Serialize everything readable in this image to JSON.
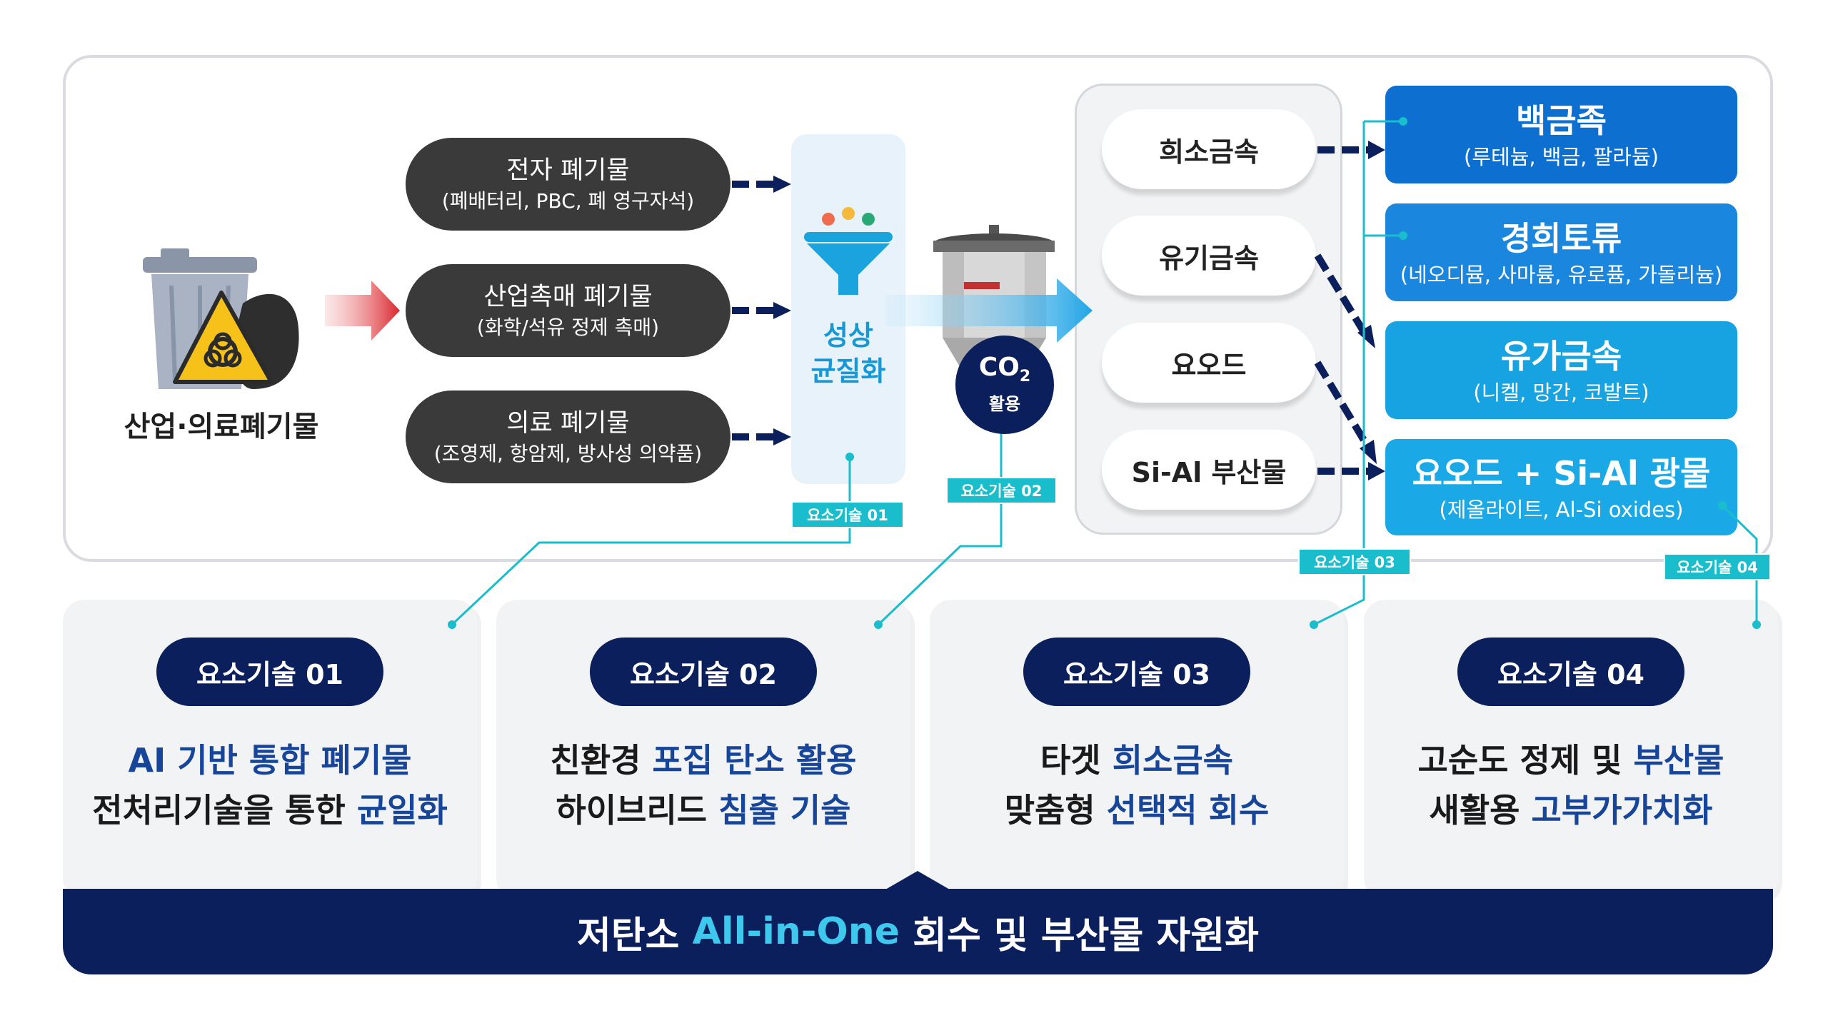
{
  "source": {
    "label": "산업·의료폐기물",
    "icon": "biohazard-trash-bin-icon"
  },
  "waste_types": [
    {
      "title": "전자 폐기물",
      "detail": "(폐배터리, PBC, 폐 영구자석)"
    },
    {
      "title": "산업촉매 폐기물",
      "detail": "(화학/석유 정제 촉매)"
    },
    {
      "title": "의료 폐기물",
      "detail": "(조영제, 항암제, 방사성 의약품)"
    }
  ],
  "homogenize": {
    "line1": "성상",
    "line2": "균질화",
    "icon": "funnel-icon"
  },
  "reactor": {
    "icon": "reactor-vessel-icon",
    "co2_main": "CO",
    "co2_sub": "2",
    "co2_label": "활용"
  },
  "metals": [
    "희소금속",
    "유기금속",
    "요오드",
    "Si-Al 부산물"
  ],
  "results": [
    {
      "title": "백금족",
      "detail": "(루테늄, 백금, 팔라듐)",
      "color": "#0d6fcf"
    },
    {
      "title": "경희토류",
      "detail": "(네오디뮴, 사마륨, 유로퓸, 가돌리늄)",
      "color": "#1a86dd"
    },
    {
      "title": "유가금속",
      "detail": "(니켈, 망간, 코발트)",
      "color": "#17a3e2"
    },
    {
      "title": "요오드 + Si-Al 광물",
      "detail": "(제올라이트, Al-Si oxides)",
      "color": "#1aa8e6"
    }
  ],
  "tags": [
    "요소기술 01",
    "요소기술 02",
    "요소기술 03",
    "요소기술 04"
  ],
  "cards": [
    {
      "badge": "요소기술 01",
      "l1a": "AI 기반 ",
      "l1b": "통합 폐기물",
      "l1c": "",
      "l2a": "전처리기술을 통한 ",
      "l2b": "균일화"
    },
    {
      "badge": "요소기술 02",
      "l1a": "친환경 ",
      "l1b": "포집 탄소 활용",
      "l1c": "",
      "l2a": "하이브리드 ",
      "l2b": "침출 기술"
    },
    {
      "badge": "요소기술 03",
      "l1a": "타겟 ",
      "l1b": "희소금속",
      "l1c": "",
      "l2a": "맞춤형 ",
      "l2b": "선택적 회수"
    },
    {
      "badge": "요소기술 04",
      "l1a": "고순도 정제 및 ",
      "l1b": "부산물",
      "l1c": "",
      "l2a": "새활용 ",
      "l2b": "고부가가치화"
    }
  ],
  "banner": {
    "pre": "저탄소 ",
    "accent": "All-in-One",
    "post": " 회수 및 부산물 자원화"
  },
  "colors": {
    "navy": "#0b1f5c",
    "cyan": "#19bdcc",
    "accent": "#3ec8ee",
    "highlight": "#17459a",
    "arrow_red": "#d9262c"
  }
}
